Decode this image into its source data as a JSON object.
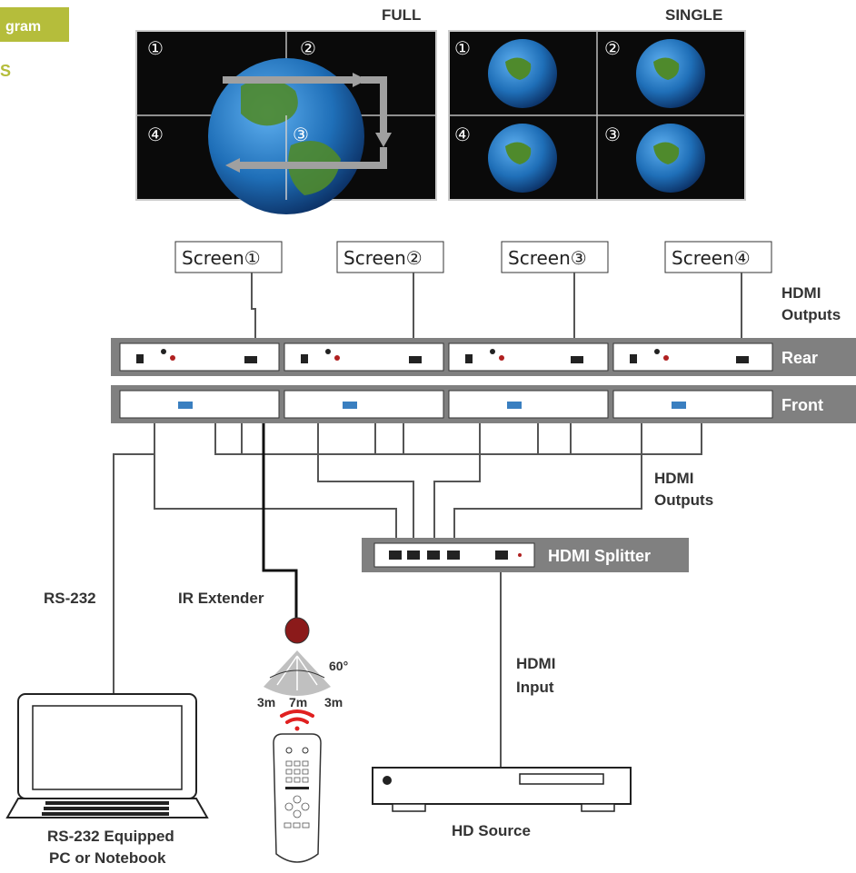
{
  "badge": {
    "text": "gram",
    "subtext": "S"
  },
  "wall": {
    "full_label": "FULL",
    "single_label": "SINGLE",
    "quadrant_numbers": [
      "①",
      "②",
      "④",
      "③"
    ]
  },
  "screens": [
    "Screen①",
    "Screen②",
    "Screen③",
    "Screen④"
  ],
  "labels": {
    "hdmi_outputs_top_1": "HDMI",
    "hdmi_outputs_top_2": "Outputs",
    "rear": "Rear",
    "front": "Front",
    "hdmi_outputs_mid_1": "HDMI",
    "hdmi_outputs_mid_2": "Outputs",
    "hdmi_splitter": "HDMI Splitter",
    "rs232": "RS-232",
    "ir_extender": "IR Extender",
    "angle": "60°",
    "range_left": "3m",
    "range_center": "7m",
    "range_right": "3m",
    "hdmi_input_1": "HDMI",
    "hdmi_input_2": "Input",
    "pc_1": "RS-232 Equipped",
    "pc_2": "PC or Notebook",
    "hd_source": "HD Source"
  },
  "colors": {
    "badge": "#b5bd3b",
    "bar": "#808080",
    "globe_ocean": "#1f6fb8",
    "globe_land": "#4f8a2c",
    "ir_receiver": "#8b1a1a",
    "signal": "#e02020"
  }
}
